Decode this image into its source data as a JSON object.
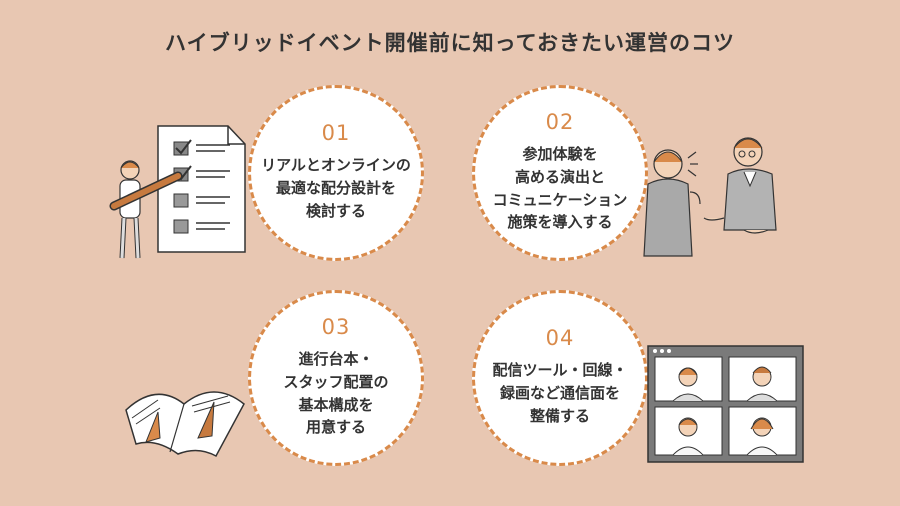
{
  "title": "ハイブリッドイベント開催前に知っておきたい運営のコツ",
  "tips": [
    {
      "number": "01",
      "text": "リアルとオンラインの\n最適な配分設計を\n検討する"
    },
    {
      "number": "02",
      "text": "参加体験を\n高める演出と\nコミュニケーション\n施策を導入する"
    },
    {
      "number": "03",
      "text": "進行台本・\nスタッフ配置の\n基本構成を\n用意する"
    },
    {
      "number": "04",
      "text": "配信ツール・回線・\n録画など通信面を\n整備する"
    }
  ],
  "colors": {
    "background": "#e8c7b2",
    "accent": "#d98a4a",
    "highlight": "#f3dd90",
    "text": "#333333"
  }
}
